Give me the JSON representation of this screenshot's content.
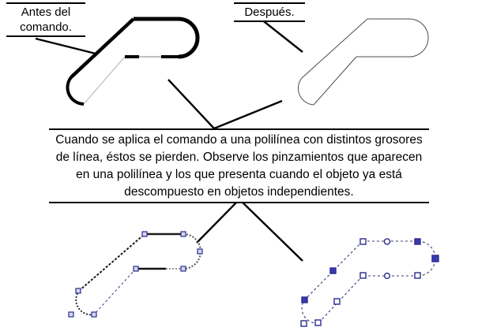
{
  "doc": {
    "language": "es",
    "title": "Descomposición de una polilínea con distintos grosores de línea"
  },
  "callouts": {
    "before": {
      "label": "Antes del\ncomando.",
      "name": "antes-del-comando"
    },
    "after": {
      "label": "Después.",
      "name": "despues"
    }
  },
  "note": {
    "text": "Cuando se aplica el comando a una polilínea con distintos grosores de línea, éstos se pierden. Observe los pinzamientos que aparecen en una polilínea y los que presenta cuando el objeto ya está descompuesto en objetos independientes."
  },
  "colors": {
    "ink": "#000000",
    "grip": "#3333aa",
    "grip_fill": "#d8d8f0",
    "thin_line": "#8a8a8a",
    "background": "#ffffff"
  },
  "figures": [
    {
      "id": "figure-before-top",
      "caption_ref": "Antes del comando.",
      "description": "Polilínea cerrada en forma de U tumbada con grosores de línea variables (tramos gruesos y tramos finos).",
      "lineweights": [
        "thick",
        "thick",
        "thin",
        "thick"
      ],
      "grips_visible": false
    },
    {
      "id": "figure-after-top",
      "caption_ref": "Después.",
      "description": "La misma forma tras el comando: todos los tramos con grosor de línea uniforme y fino.",
      "lineweights": [
        "thin"
      ],
      "grips_visible": false
    },
    {
      "id": "figure-before-grips",
      "description": "Polilínea seleccionada: pocos pinzamientos, sólo en los vértices de la polilínea.",
      "grips_visible": true,
      "grip_count": 8,
      "grip_shapes": [
        "square"
      ]
    },
    {
      "id": "figure-after-grips",
      "description": "Objeto descompuesto en objetos independientes: más pinzamientos, con extremos y puntos medios de cada segmento.",
      "grips_visible": true,
      "grip_count": 14,
      "grip_shapes": [
        "square",
        "circle"
      ]
    }
  ],
  "leaders": [
    {
      "name": "leader-antes-to-shape",
      "from": "Antes del comando.",
      "to": "figure-before-top"
    },
    {
      "name": "leader-despues-to-shape",
      "from": "Después.",
      "to": "figure-after-top"
    },
    {
      "name": "leader-note-up-left",
      "from": "note",
      "to": "figure-before-top"
    },
    {
      "name": "leader-note-up-right",
      "from": "note",
      "to": "figure-after-top"
    },
    {
      "name": "leader-note-down-left",
      "from": "note",
      "to": "figure-before-grips"
    },
    {
      "name": "leader-note-down-right",
      "from": "note",
      "to": "figure-after-grips"
    }
  ]
}
